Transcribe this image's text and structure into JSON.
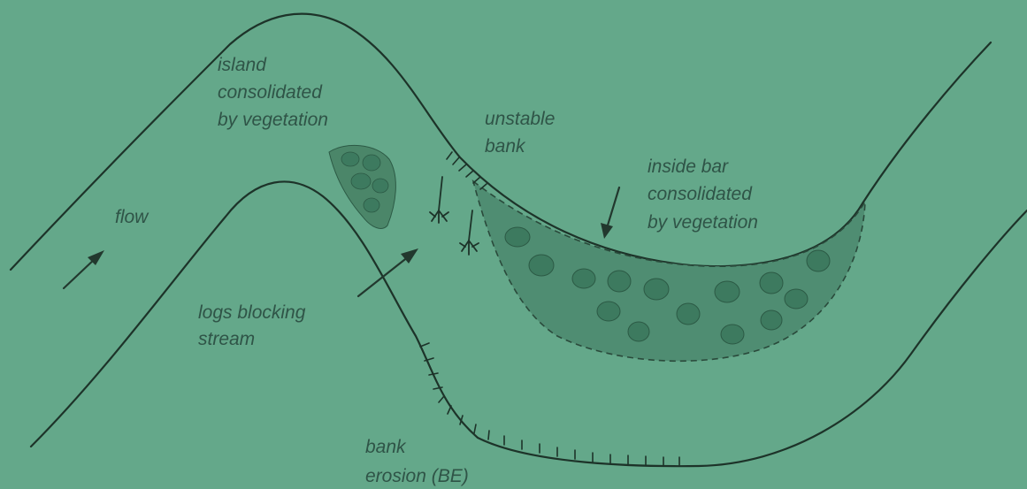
{
  "labels": {
    "island": [
      "island",
      "consolidated",
      "by vegetation"
    ],
    "unstable": [
      "unstable",
      "bank"
    ],
    "inside_bar": [
      "inside bar",
      "consolidated",
      "by vegetation"
    ],
    "flow": "flow",
    "logs": [
      "logs blocking",
      "stream"
    ],
    "erosion": [
      "bank",
      "erosion (BE)"
    ]
  },
  "colors": {
    "background": "#64a88a",
    "bar_fill": "#4f8d72",
    "vegetation": "#3d7a5f",
    "ink": "#1d3329"
  }
}
